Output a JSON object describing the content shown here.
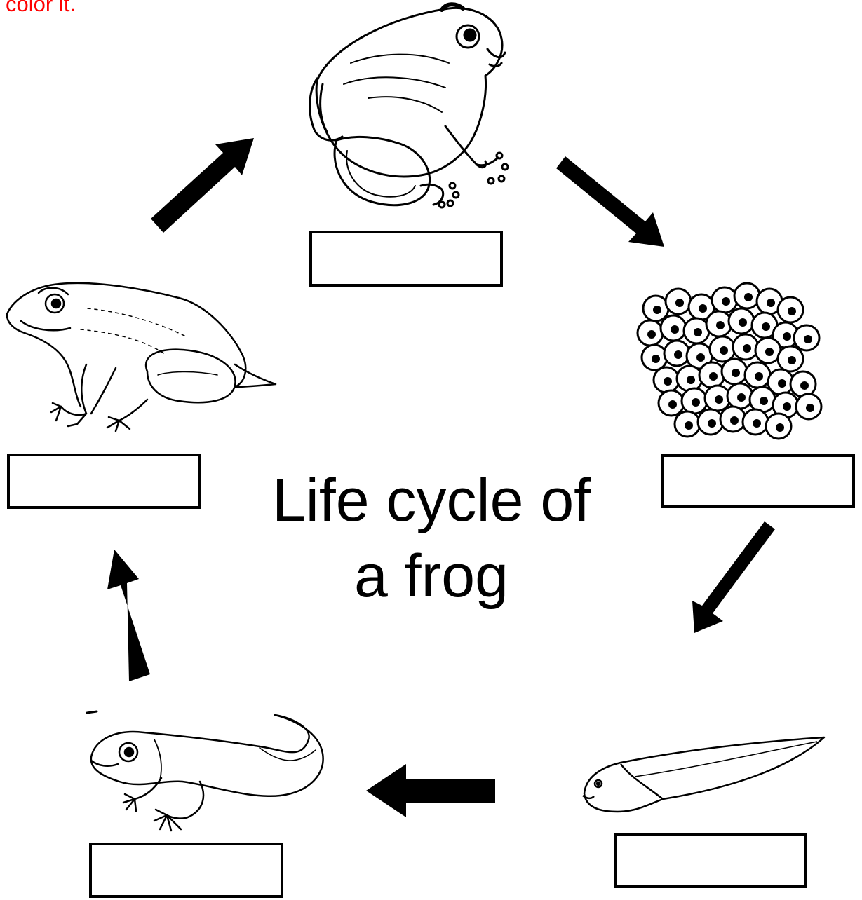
{
  "worksheet": {
    "instruction": "color it.",
    "title_line1": "Life cycle of",
    "title_line2": "a frog"
  },
  "colors": {
    "instruction": "#ff0000",
    "ink": "#000000",
    "paper": "#ffffff"
  },
  "stages": [
    {
      "illustration": "adult-frog-icon"
    },
    {
      "illustration": "frog-spawn-icon"
    },
    {
      "illustration": "tadpole-icon"
    },
    {
      "illustration": "tadpole-with-legs-icon"
    },
    {
      "illustration": "froglet-icon"
    }
  ],
  "label_boxes": [
    {
      "stage": "adult-frog",
      "value": ""
    },
    {
      "stage": "frog-spawn",
      "value": ""
    },
    {
      "stage": "tadpole",
      "value": ""
    },
    {
      "stage": "tadpole-with-legs",
      "value": ""
    },
    {
      "stage": "froglet",
      "value": ""
    }
  ]
}
